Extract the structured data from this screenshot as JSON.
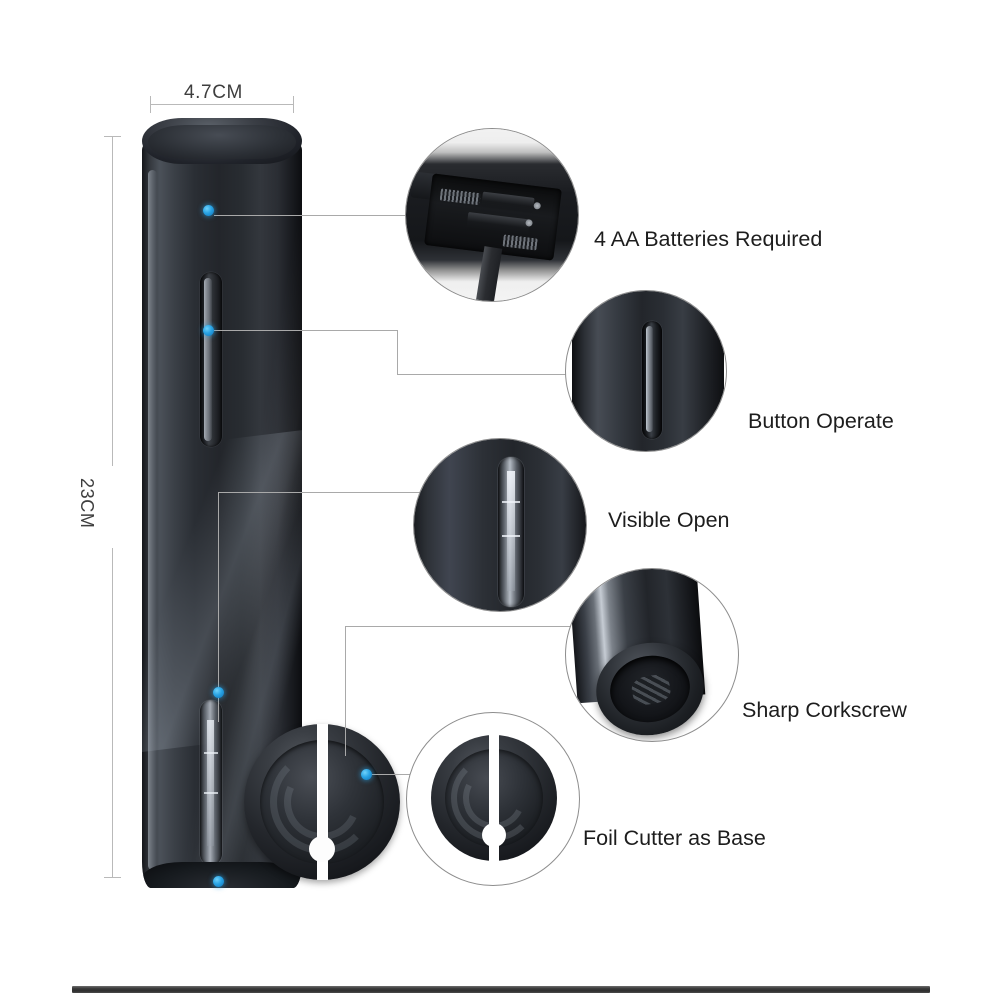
{
  "product": {
    "name": "electric-wine-bottle-opener",
    "body_color": "#23262b",
    "accent_dot_color": "#29a3e4",
    "connector_color": "#a9a9a9",
    "label_color": "#1d1d1d",
    "dimension_color": "#3e3e3e"
  },
  "dimensions": {
    "width": "4.7CM",
    "height": "23CM"
  },
  "features": [
    {
      "id": "batteries",
      "label": "4 AA Batteries Required",
      "icon": "battery-compartment-icon"
    },
    {
      "id": "button",
      "label": "Button Operate",
      "icon": "button-slot-icon"
    },
    {
      "id": "visible",
      "label": "Visible Open",
      "icon": "transparent-window-icon"
    },
    {
      "id": "corkscrew",
      "label": "Sharp Corkscrew",
      "icon": "corkscrew-mouth-icon"
    },
    {
      "id": "foilcutter",
      "label": "Foil Cutter as Base",
      "icon": "foil-cutter-disc-icon"
    }
  ]
}
